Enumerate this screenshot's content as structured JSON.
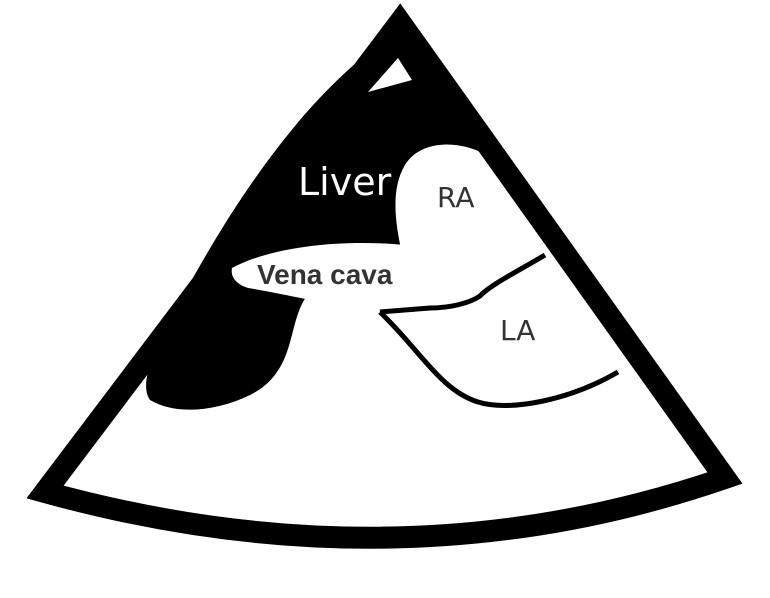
{
  "labels": {
    "liver": "Liver",
    "ra": "RA",
    "vena_cava": "Vena cava",
    "la": "LA"
  },
  "colors": {
    "outline": "#000000",
    "liver_fill": "#000000",
    "background": "#ffffff",
    "liver_text": "#ffffff",
    "text": "#333333"
  }
}
